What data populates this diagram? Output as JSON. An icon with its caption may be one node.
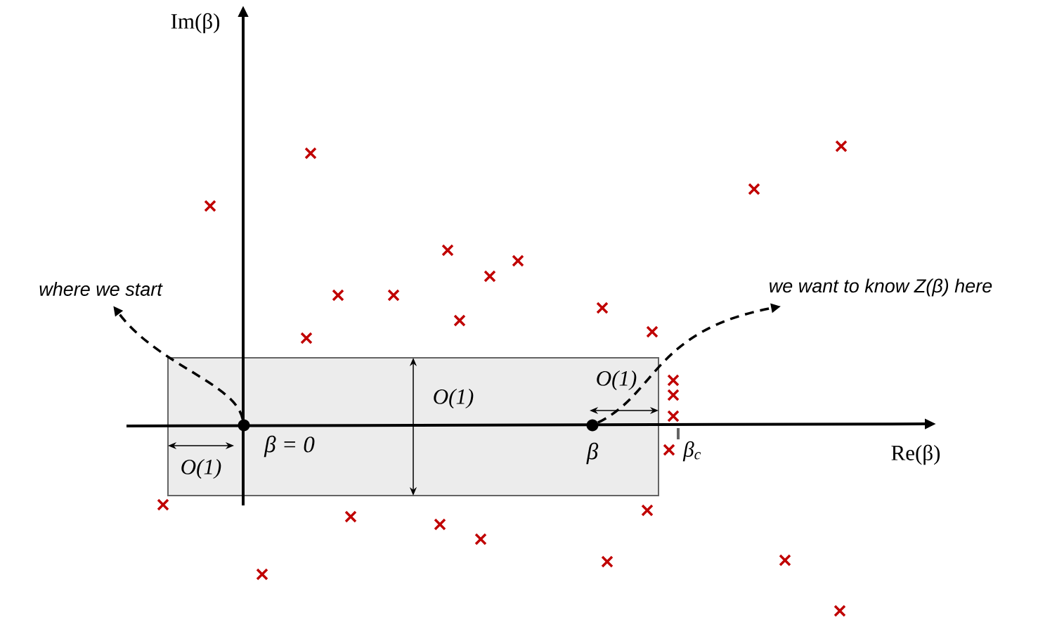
{
  "diagram": {
    "nodes": [
      {
        "text": [
          "where we start"
        ]
      },
      {
        "text": [
          "we want to know Z(β) here"
        ]
      },
      {
        "text": [],
        "shape": "circle",
        "beside": [
          "β = 0"
        ]
      },
      {
        "text": [],
        "shape": "circle",
        "beside": [
          "β"
        ]
      }
    ],
    "edges": [
      {
        "from": 2,
        "to": 0,
        "arrow": "to",
        "style": "dashed"
      },
      {
        "from": 3,
        "to": 1,
        "arrow": "to",
        "style": "dashed"
      }
    ],
    "labels": [
      "Im(β)",
      "O(1)",
      "O(1)",
      "Re(β)",
      "β$_{c}$",
      "O(1)"
    ]
  }
}
